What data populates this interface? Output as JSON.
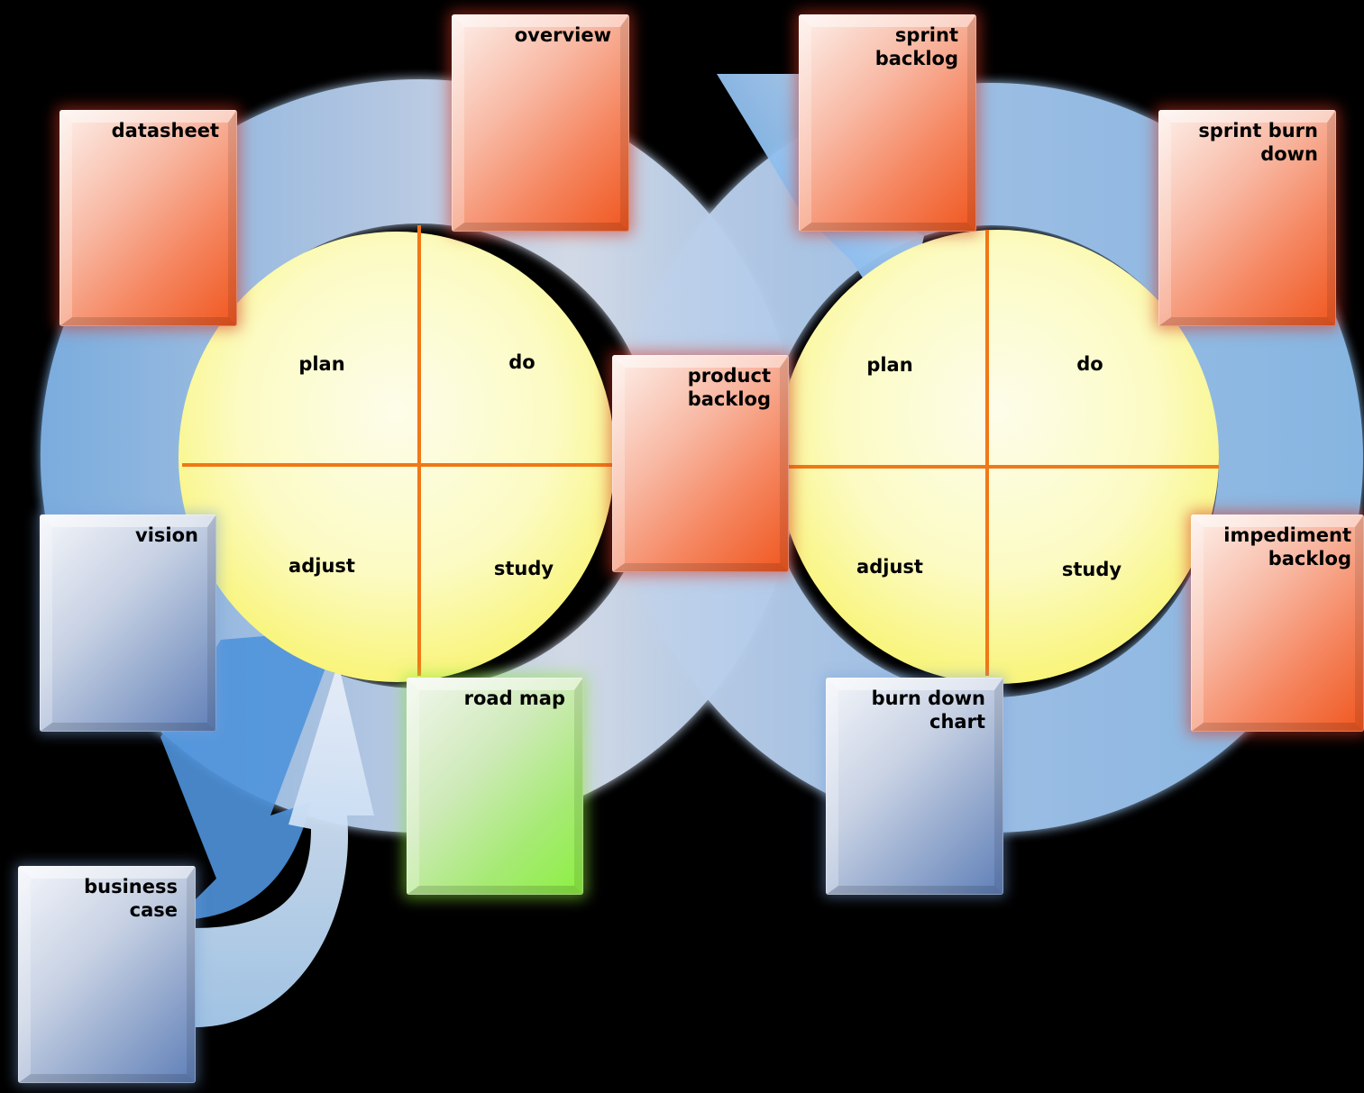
{
  "cycles": {
    "left": {
      "quadrants": {
        "plan": "plan",
        "do": "do",
        "adjust": "adjust",
        "study": "study"
      }
    },
    "right": {
      "quadrants": {
        "plan": "plan",
        "do": "do",
        "adjust": "adjust",
        "study": "study"
      }
    }
  },
  "artifacts": {
    "datasheet": "datasheet",
    "overview": "overview",
    "sprint_backlog": "sprint\nbacklog",
    "sprint_burn_down": "sprint  burn\ndown",
    "product_backlog": "product\nbacklog",
    "vision": "vision",
    "road_map": "road map",
    "burn_down_chart": "burn down\nchart",
    "impediment_backlog": "impediment\nbacklog",
    "business_case": "business\ncase"
  },
  "colors": {
    "background": "#000000",
    "ring_blue": "#8fbde8",
    "ring_light": "#dbe3ef",
    "quadrant_light": "#fdfde6",
    "quadrant_yellow": "#fbf77c",
    "divider": "#f07816",
    "artifact_red": "#f0561e",
    "artifact_blue": "#5f7fb8",
    "artifact_green": "#8cf040"
  }
}
